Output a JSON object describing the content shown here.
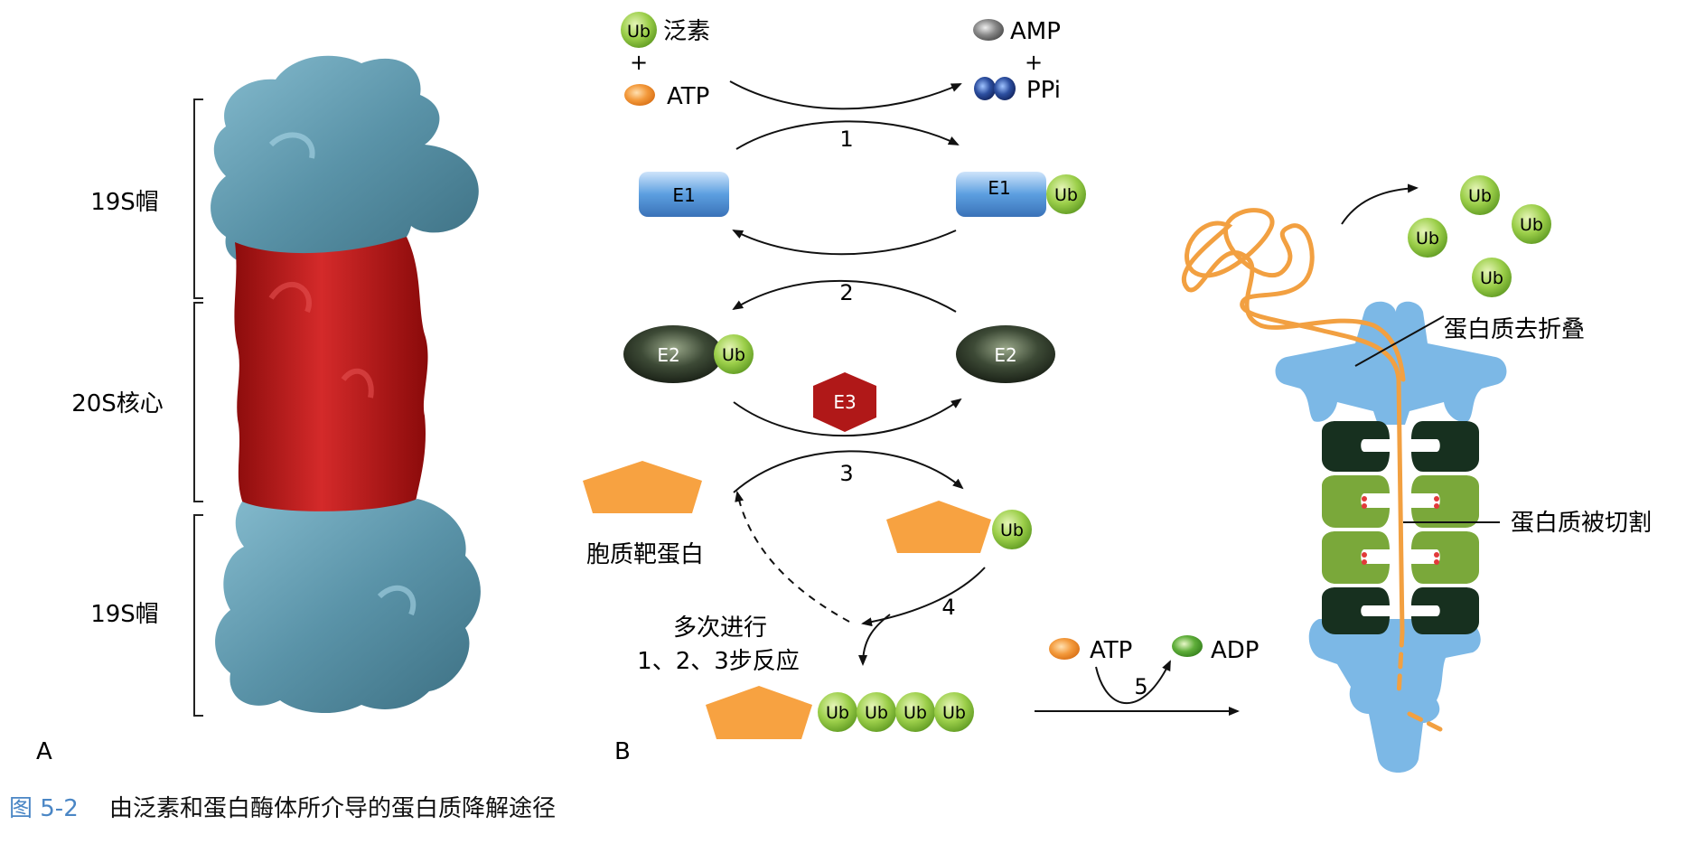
{
  "panel_a": {
    "label": "A",
    "bracket_labels": {
      "top_cap": "19S帽",
      "core": "20S核心",
      "bottom_cap": "19S帽"
    }
  },
  "panel_b": {
    "label": "B",
    "inputs": {
      "ub": "Ub",
      "ub_name": "泛素",
      "plus": "+",
      "atp": "ATP"
    },
    "outputs": {
      "amp": "AMP",
      "plus": "+",
      "ppi": "PPi"
    },
    "steps": [
      "1",
      "2",
      "3",
      "4",
      "5"
    ],
    "enzymes": {
      "e1": "E1",
      "e2": "E2",
      "e3": "E3"
    },
    "ub_tag": "Ub",
    "target_protein": "胞质靶蛋白",
    "repeat_note": [
      "多次进行",
      "1、2、3步反应"
    ],
    "step5": {
      "atp": "ATP",
      "adp": "ADP"
    },
    "proteasome_labels": {
      "unfold": "蛋白质去折叠",
      "cleave": "蛋白质被切割"
    },
    "released_ub": [
      "Ub",
      "Ub",
      "Ub",
      "Ub"
    ]
  },
  "caption": {
    "number": "图 5-2",
    "text": "由泛素和蛋白酶体所介导的蛋白质降解途径"
  },
  "colors": {
    "cap_blue": "#5a93a8",
    "core_red": "#b01818",
    "ub_green": "#8cc63f",
    "atp_orange": "#f0923a",
    "e1_blue": "#4f8fd0",
    "e2_dark": "#2e3a2e",
    "e3_red": "#b01818",
    "pentagon_orange": "#f7a241",
    "proteasome_blue": "#7cb8e6",
    "ring_dark": "#17301f",
    "ring_green": "#7aa83a",
    "caption_blue": "#4a86c5"
  }
}
